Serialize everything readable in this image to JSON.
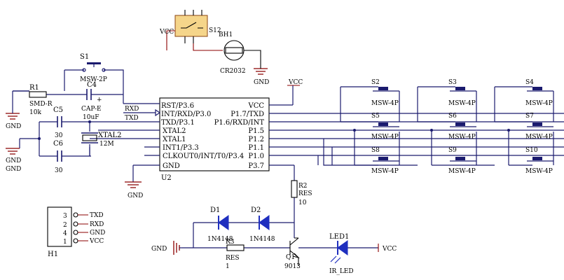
{
  "ic": {
    "ref": "U2",
    "left_pins": [
      "RST/P3.6",
      "INT/RXD/P3.0",
      "TXD/P3.1",
      "XTAL2",
      "XTAL1",
      "INT1/P3.3",
      "CLKOUT0/INT/T0/P3.4",
      "GND"
    ],
    "right_pins": [
      "VCC",
      "P1.7/TXD",
      "P1.6/RXD/INT",
      "P1.5",
      "P1.2",
      "P1.1",
      "P1.0",
      "P3.7"
    ]
  },
  "net_labels": {
    "vcc_sw": "VCC",
    "vcc_top": "VCC",
    "vcc_led": "VCC",
    "rxd_in": "RXD",
    "txd_in": "TXD",
    "gnd_r1": "GND",
    "gnd_c": "GND",
    "gnd_c6": "GND",
    "gnd_ic": "GND",
    "gnd_bat": "GND",
    "gnd_tr": "GND"
  },
  "components": {
    "s1": {
      "ref": "S1",
      "type": "MSW-2P"
    },
    "s12": {
      "ref": "S12"
    },
    "bh1": {
      "ref": "BH1",
      "type": "CR2032"
    },
    "r1": {
      "ref": "R1",
      "type": "SMD-R",
      "value": "10k"
    },
    "c4": {
      "ref": "C4",
      "type": "CAP-E",
      "value": "10uF"
    },
    "c5": {
      "ref": "C5",
      "value": "30"
    },
    "c6": {
      "ref": "C6",
      "value": "30"
    },
    "xtal": {
      "ref": "XTAL2",
      "value": "12M"
    },
    "r2": {
      "ref": "R2",
      "type": "RES",
      "value": "10"
    },
    "r3": {
      "ref": "R3",
      "type": "RES",
      "value": "1"
    },
    "d1": {
      "ref": "D1",
      "type": "1N4148"
    },
    "d2": {
      "ref": "D2",
      "type": "1N4148"
    },
    "q1": {
      "ref": "Q1",
      "type": "9013"
    },
    "led1": {
      "ref": "LED1",
      "type": "IR_LED"
    }
  },
  "switches": [
    {
      "ref": "S2",
      "type": "MSW-4P"
    },
    {
      "ref": "S3",
      "type": "MSW-4P"
    },
    {
      "ref": "S4",
      "type": "MSW-4P"
    },
    {
      "ref": "S5",
      "type": "MSW-4P"
    },
    {
      "ref": "S6",
      "type": "MSW-4P"
    },
    {
      "ref": "S7",
      "type": "MSW-4P"
    },
    {
      "ref": "S8",
      "type": "MSW-4P"
    },
    {
      "ref": "S9",
      "type": "MSW-4P"
    },
    {
      "ref": "S10",
      "type": "MSW-4P"
    }
  ],
  "header": {
    "ref": "H1",
    "pins": [
      "3",
      "2",
      "4",
      "1"
    ],
    "signals": [
      "TXD",
      "RXD",
      "GND",
      "VCC"
    ]
  },
  "colors": {
    "wire": "#1a1a6e",
    "ground": "#8b0000",
    "diode": "#1f2fbf",
    "switch_body": "#f5d58a"
  }
}
